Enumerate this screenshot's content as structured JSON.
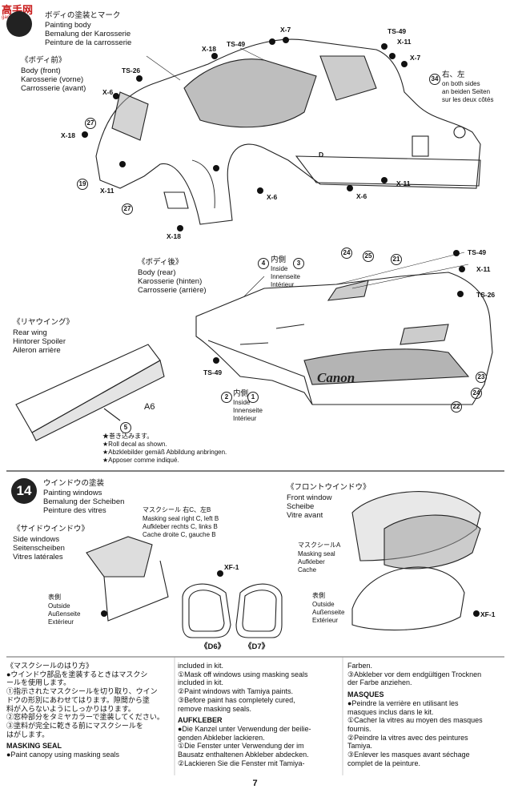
{
  "watermark": {
    "text": "高手网",
    "url": "gaoshou.net"
  },
  "step13": {
    "title_jp": "ボディの塗装とマーク",
    "title_en": "Painting body",
    "title_de": "Bemalung der Karosserie",
    "title_fr": "Peinture de la carrosserie",
    "front": {
      "jp": "《ボディ前》",
      "en": "Body (front)",
      "de": "Karosserie (vorne)",
      "fr": "Carrosserie (avant)"
    },
    "both_sides": {
      "num": "34",
      "jp": "右、左",
      "en": "on both sides",
      "de": "an beiden Seiten",
      "fr": "sur les deux côtés"
    },
    "rear": {
      "jp": "《ボディ後》",
      "en": "Body (rear)",
      "de": "Karosserie (hinten)",
      "fr": "Carrosserie (arrière)"
    },
    "inside_in": {
      "num": "3",
      "jp": "内側",
      "en": "Inside",
      "de": "Innenseite",
      "fr": "Intérieur"
    },
    "inside_bottom": {
      "num1": "2",
      "jp": "内側",
      "num2": "1",
      "en": "Inside",
      "de": "Innenseite",
      "fr": "Intérieur"
    },
    "wing": {
      "jp": "《リヤウイング》",
      "en": "Rear wing",
      "de": "Hintorer Spoiler",
      "fr": "Aileron arrière"
    },
    "part_a6": "A6",
    "decal5": "5",
    "roll_notes": [
      "★巻き込みます。",
      "★Roll decal as shown.",
      "★Abzklebilder gemäß Abbildung anbringen.",
      "★Apposer comme indiqué."
    ],
    "canon_logo": "Canon",
    "labels_front": [
      "X-18",
      "TS-49",
      "X-7",
      "TS-49",
      "X-11",
      "X-7",
      "TS-26",
      "X-6",
      "X-18",
      "X-11",
      "X-6",
      "X-11",
      "X-6",
      "X-18",
      "D"
    ],
    "decals_front": [
      "27",
      "19",
      "27"
    ],
    "labels_rear": [
      "TS-49",
      "X-11",
      "TS-26",
      "TS-49"
    ],
    "decals_rear": [
      "4",
      "24",
      "25",
      "21",
      "23",
      "24",
      "22"
    ]
  },
  "step14": {
    "num": "14",
    "title_jp": "ウインドウの塗装",
    "title_en": "Painting windows",
    "title_de": "Bemalung der Scheiben",
    "title_fr": "Peinture des vitres",
    "side": {
      "jp": "《サイドウインドウ》",
      "en": "Side windows",
      "de": "Seitenscheiben",
      "fr": "Vitres latérales"
    },
    "mask_lr": {
      "jp": "マスクシール 右C、左B",
      "en": "Masking seal right C, left B",
      "de": "Aufkleber rechts C, links B",
      "fr": "Cache droite C, gauche B"
    },
    "outside_left": {
      "jp": "表側",
      "en": "Outside",
      "de": "Außenseite",
      "fr": "Extérieur"
    },
    "xf1_left": "XF-1",
    "d6": "《D6》",
    "d7": "《D7》",
    "front": {
      "jp": "《フロントウインドウ》",
      "en": "Front window",
      "de": "Scheibe",
      "fr": "Vitre avant"
    },
    "mask_a": {
      "jp": "マスクシールA",
      "en": "Masking seal",
      "de": "Aufkleber",
      "fr": "Cache"
    },
    "outside_right": {
      "jp": "表側",
      "en": "Outside",
      "de": "Außenseite",
      "fr": "Extérieur"
    },
    "xf1_right": "XF-1"
  },
  "notes": {
    "col1": {
      "head_jp": "《マスクシールのはり方》",
      "jp": [
        "●ウインドウ部品を塗装するときはマスクシ",
        "ールを使用します。",
        "①指示されたマスクシールを切り取り、ウイン",
        "ドウの形別にあわせてはります。隙間から塗",
        "料が入らないようにしっかりはります。",
        "②窓枠部分をタミヤカラーで塗装してください。",
        "③塗料が完全に乾きる前にマスクシールを",
        "はがします。"
      ],
      "head_en": "MASKING SEAL",
      "en": [
        "●Paint  canopy  using  masking  seals"
      ]
    },
    "col2": {
      "en": [
        "included in kit.",
        "①Mask off windows using masking seals",
        "included in kit.",
        "②Paint windows with Tamiya paints.",
        "③Before  paint  has  completely  cured,",
        "remove masking seals."
      ],
      "head_de": "AUFKLEBER",
      "de": [
        "●Die Kanzel unter Verwendung der beilie-",
        "genden Abkleber lackieren.",
        "①Die Fenster unter Verwendung der im",
        "Bausatz enthaltenen Abkleber abdecken.",
        "②Lackieren Sie die Fenster mit Tamiya-"
      ]
    },
    "col3": {
      "de": [
        "Farben.",
        "③Abkleber vor dem endgültigen Trocknen",
        "der Farbe anziehen."
      ],
      "head_fr": "MASQUES",
      "fr": [
        "●Peindre la verrière en utilisant les",
        "masques inclus dans le kit.",
        "①Cacher la vitres au moyen des masques",
        "fournis.",
        "②Peindre la vitres avec des peintures",
        "Tamiya.",
        "③Enlever les masques avant séchage",
        "complet de la peinture."
      ]
    }
  },
  "page_number": "7"
}
